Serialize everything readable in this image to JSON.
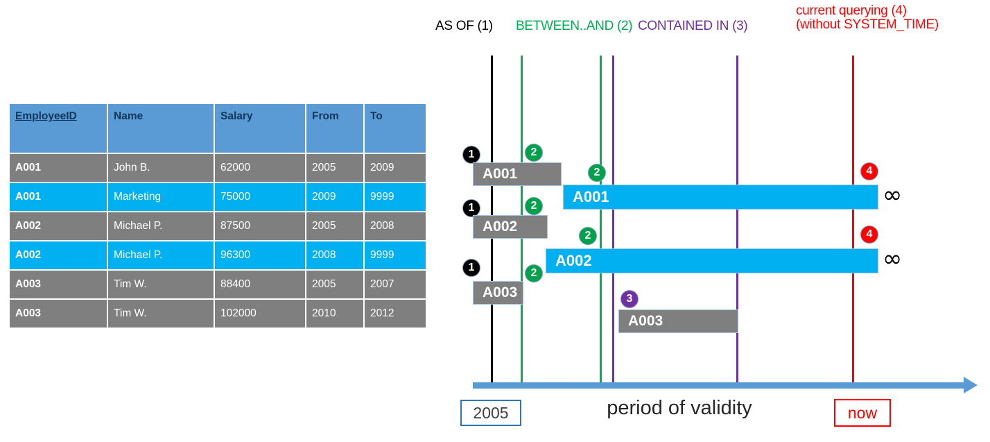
{
  "table": {
    "columns": [
      "EmployeeID",
      "Name",
      "Salary",
      "From",
      "To"
    ],
    "rows": [
      {
        "id": "A001",
        "name": "John  B.",
        "salary": "62000",
        "from": "2005",
        "to": "2009",
        "style": "gray"
      },
      {
        "id": "A001",
        "name": "Marketing",
        "salary": "75000",
        "from": "2009",
        "to": "9999",
        "style": "blue"
      },
      {
        "id": "A002",
        "name": "Michael P.",
        "salary": "87500",
        "from": "2005",
        "to": "2008",
        "style": "gray"
      },
      {
        "id": "A002",
        "name": "Michael P.",
        "salary": "96300",
        "from": "2008",
        "to": "9999",
        "style": "blue"
      },
      {
        "id": "A003",
        "name": "Tim W.",
        "salary": "88400",
        "from": "2005",
        "to": "2007",
        "style": "gray"
      },
      {
        "id": "A003",
        "name": "Tim W.",
        "salary": "102000",
        "from": "2010",
        "to": "2012",
        "style": "gray"
      }
    ]
  },
  "diagram": {
    "legend": {
      "as_of": "AS OF (1)",
      "between_and": "BETWEEN..AND (2)",
      "contained_in": "CONTAINED IN (3)",
      "current_line1": "current querying (4)",
      "current_line2": "(without SYSTEM_TIME)"
    },
    "colors": {
      "as_of": "#000000",
      "between_and": "#00b050",
      "contained_in": "#7030a0",
      "current": "#ff0000",
      "gray_bar": "#7f7f7f",
      "blue_bar": "#00b0f0",
      "axis": "#5b9bd5",
      "header": "#5b9bd5"
    },
    "bars": [
      {
        "label": "A001",
        "style": "gray"
      },
      {
        "label": "A001",
        "style": "blue"
      },
      {
        "label": "A002",
        "style": "gray"
      },
      {
        "label": "A002",
        "style": "blue"
      },
      {
        "label": "A003",
        "style": "gray"
      },
      {
        "label": "A003",
        "style": "gray"
      }
    ],
    "badges": [
      {
        "number": "1",
        "style": "b1"
      },
      {
        "number": "2",
        "style": "b2"
      },
      {
        "number": "2",
        "style": "b2"
      },
      {
        "number": "4",
        "style": "b4"
      },
      {
        "number": "1",
        "style": "b1"
      },
      {
        "number": "2",
        "style": "b2"
      },
      {
        "number": "2",
        "style": "b2"
      },
      {
        "number": "4",
        "style": "b4"
      },
      {
        "number": "1",
        "style": "b1"
      },
      {
        "number": "2",
        "style": "b2"
      },
      {
        "number": "3",
        "style": "b3"
      }
    ],
    "infinity_symbols": [
      "∞",
      "∞"
    ],
    "axis": {
      "start_label": "2005",
      "center_label": "period of validity",
      "end_label": "now"
    }
  }
}
